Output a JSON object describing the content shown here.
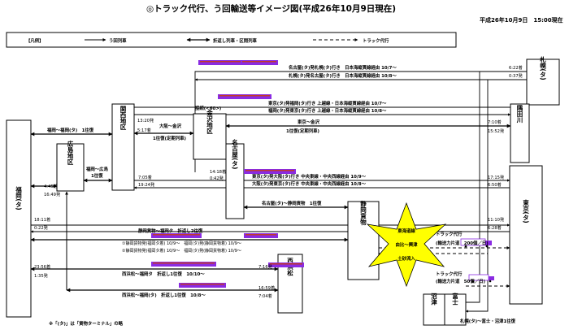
{
  "title": "◎トラック代行、う回輸送等イメージ図(平成26年10月9日現在)",
  "timestamp": "平成26年10月9日　15:00現在",
  "legend": {
    "heading": "【凡例】",
    "items": [
      "う回列車",
      "折返し列車・区間列車",
      "トラック代行"
    ]
  },
  "footnote": "※「(タ)」は「貨物ターミナル」の略",
  "stations": {
    "fukuoka": "福岡(タ)",
    "hiroshima": "広島地区",
    "kansai": "関西地区",
    "kanazawa": "金沢地区",
    "nagoya": "名古屋(タ)",
    "shizuoka": "静岡貨物",
    "nishihama": "西浜松",
    "numazu_left": "沼津",
    "numazu_right": "富士",
    "sapporo": "札幌(タ)",
    "sumidagawa": "隅田川",
    "tokyo": "東京(タ)"
  },
  "labels": {
    "nag_sap_a": "名古屋(タ)発札幌(タ)行き　日本海縦貫線経由 10/7～",
    "nag_sap_b": "札幌(タ)発名古屋(タ)行き　日本海縦貫線経由 10/8～",
    "tky_fuk_a": "東京(タ)発福岡(タ)行き 上越線・日本海縦貫線経由 10/7～",
    "tky_fuk_b": "福岡(タ)発東京(タ)行き 上越線・日本海縦貫線経由 10/8～",
    "tky_kan": "東京～金沢",
    "tky_kan_freq": "1往復(定期列車)",
    "osa_kan": "大阪～金沢",
    "osa_kan_freq": "1往復(定期列車)",
    "kan_conn": "接続(<60>)",
    "osa_tky_a": "東京(タ)発大阪(タ)行き 中央東線・中央西線経由 10/9～",
    "osa_tky_b": "大阪(タ)発東京(タ)行き 中央東線・中央西線経由 10/8～",
    "nag_shz": "名古屋(タ)～静岡貨物　1往復",
    "fuk_hir": "福岡～広島",
    "fuk_hir_freq": "1往復",
    "kan_fuk": "福岡～福岡(タ)　1往復",
    "shz_fuk": "静岡貨物～福岡タ　折返し2往復",
    "shz_fuk_d1": "①静岡貨物発(福岡タ着) 10/9～　福岡(タ)発(静岡貨物着) 10/9～",
    "shz_fuk_d2": "②静岡貨物発(福岡タ着) 10/9～　福岡(タ)発(静岡貨物着) 10/9～",
    "nhm_fuk_a": "西浜松～福岡タ　折返し1往復　10/10～",
    "nhm_fuk_b": "西浜松～福岡(タ)　折返し1往復　10/8～",
    "truck1": "トラック代行",
    "truck1_cap": "(輸送力片道　200個／日)",
    "truck2": "トラック代行",
    "truck2_cap": "(輸送力片道　50個／日)",
    "fuji_trk": "札幌(タ)～富士・沼津1往復",
    "disaster_1": "東海道線",
    "disaster_2": "由比～興津",
    "disaster_3": "土砂流入",
    "fuk_hir2": "福岡～広島",
    "fuk_hir2_freq": "1往復"
  },
  "times": {
    "t_1320": "13:20発",
    "t_0517": "5:17着",
    "t_0445": "4:45着",
    "t_1649": "16:49発",
    "t_0622": "6:22着",
    "t_0037": "0:37発",
    "t_0710": "7:10着",
    "t_1552": "15:52発",
    "t_1418": "14:18着",
    "t_0042": "0:42発",
    "t_0705": "7:05着",
    "t_1924": "19:24発",
    "t_1715": "17:15発",
    "t_0650": "6:50着",
    "t_1811": "18:11着",
    "t_0022": "0:22発",
    "t_1110": "11:10発",
    "t_0628": "6:28着",
    "t_2356": "23:56着",
    "t_0135": "1:35発",
    "t_0716": "7:16発",
    "t_1659": "16:59着",
    "t_0704": "7:04着"
  },
  "colors": {
    "train_body": "#8a2be2",
    "train_alt": "#c0392b",
    "highlight": "#ffff00",
    "line": "#000000"
  }
}
